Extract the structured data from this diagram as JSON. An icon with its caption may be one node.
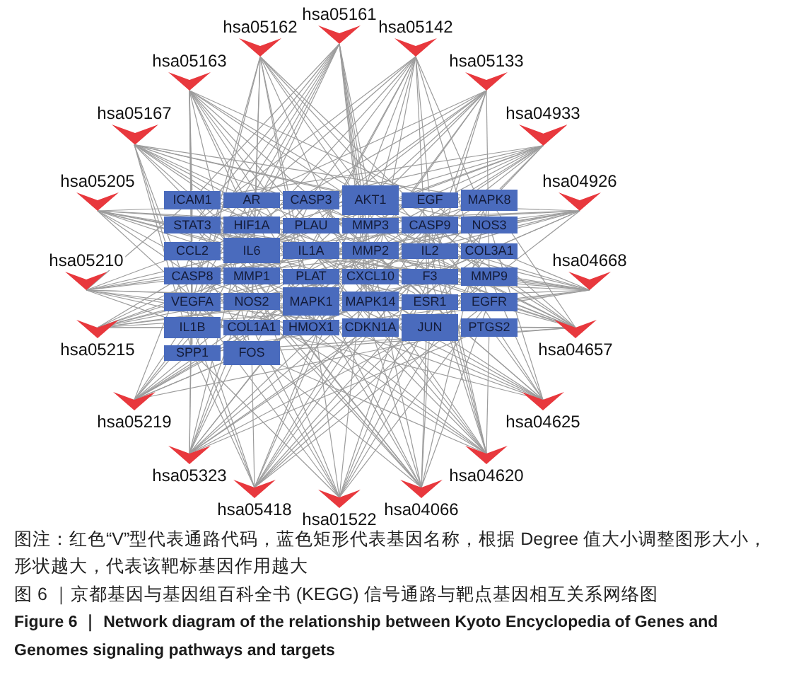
{
  "diagram": {
    "caption": "图 6 ｜京都基因与基因组百科全书 (KEGG) 信号通路与靶点基因相互关系网络图",
    "nodes": [
      {
        "text": [
          "hsa05161"
        ]
      },
      {
        "text": [
          "hsa05162"
        ]
      },
      {
        "text": [
          "hsa05142"
        ]
      },
      {
        "text": [
          "hsa05163"
        ]
      },
      {
        "text": [
          "hsa05133"
        ]
      },
      {
        "text": [
          "hsa05167"
        ]
      },
      {
        "text": [
          "hsa04933"
        ]
      },
      {
        "text": [
          "hsa05205"
        ]
      },
      {
        "text": [
          "hsa04926"
        ]
      },
      {
        "text": [
          "hsa05210"
        ]
      },
      {
        "text": [
          "hsa04668"
        ]
      },
      {
        "text": [
          "hsa05215"
        ]
      },
      {
        "text": [
          "hsa04657"
        ]
      },
      {
        "text": [
          "hsa05219"
        ]
      },
      {
        "text": [
          "hsa04625"
        ]
      },
      {
        "text": [
          "hsa05323"
        ]
      },
      {
        "text": [
          "hsa04620"
        ]
      },
      {
        "text": [
          "hsa05418"
        ]
      },
      {
        "text": [
          "hsa04066"
        ]
      },
      {
        "text": [
          "hsa01522"
        ]
      },
      {
        "text": [
          "ICAM1"
        ]
      },
      {
        "text": [
          "AR"
        ]
      },
      {
        "text": [
          "CASP3"
        ]
      },
      {
        "text": [
          "AKT1"
        ]
      },
      {
        "text": [
          "EGF"
        ]
      },
      {
        "text": [
          "MAPK8"
        ]
      },
      {
        "text": [
          "STAT3"
        ]
      },
      {
        "text": [
          "HIF1A"
        ]
      },
      {
        "text": [
          "PLAU"
        ]
      },
      {
        "text": [
          "MMP3"
        ]
      },
      {
        "text": [
          "CASP9"
        ]
      },
      {
        "text": [
          "NOS3"
        ]
      },
      {
        "text": [
          "CCL2"
        ]
      },
      {
        "text": [
          "IL6"
        ]
      },
      {
        "text": [
          "IL1A"
        ]
      },
      {
        "text": [
          "MMP2"
        ]
      },
      {
        "text": [
          "IL2"
        ]
      },
      {
        "text": [
          "COL3A1"
        ]
      },
      {
        "text": [
          "CASP8"
        ]
      },
      {
        "text": [
          "MMP1"
        ]
      },
      {
        "text": [
          "PLAT"
        ]
      },
      {
        "text": [
          "CXCL10"
        ]
      },
      {
        "text": [
          "F3"
        ]
      },
      {
        "text": [
          "MMP9"
        ]
      },
      {
        "text": [
          "VEGFA"
        ]
      },
      {
        "text": [
          "NOS2"
        ]
      },
      {
        "text": [
          "MAPK1"
        ]
      },
      {
        "text": [
          "MAPK14"
        ]
      },
      {
        "text": [
          "ESR1"
        ]
      },
      {
        "text": [
          "EGFR"
        ]
      },
      {
        "text": [
          "IL1B"
        ]
      },
      {
        "text": [
          "COL1A1"
        ]
      },
      {
        "text": [
          "HMOX1"
        ]
      },
      {
        "text": [
          "CDKN1A"
        ]
      },
      {
        "text": [
          "JUN"
        ]
      },
      {
        "text": [
          "PTGS2"
        ]
      },
      {
        "text": [
          "SPP1"
        ]
      },
      {
        "text": [
          "FOS"
        ]
      }
    ],
    "labels": [
      "图注：红色“V”型代表通路代码，蓝色矩形代表基因名称，根据 Degree 值大小调整图形大小，形状越大，代表该靶标基因作用越大",
      "Figure 6 ｜ Network diagram of the relationship between Kyoto Encyclopedia of Genes and Genomes signaling pathways and targets"
    ]
  }
}
